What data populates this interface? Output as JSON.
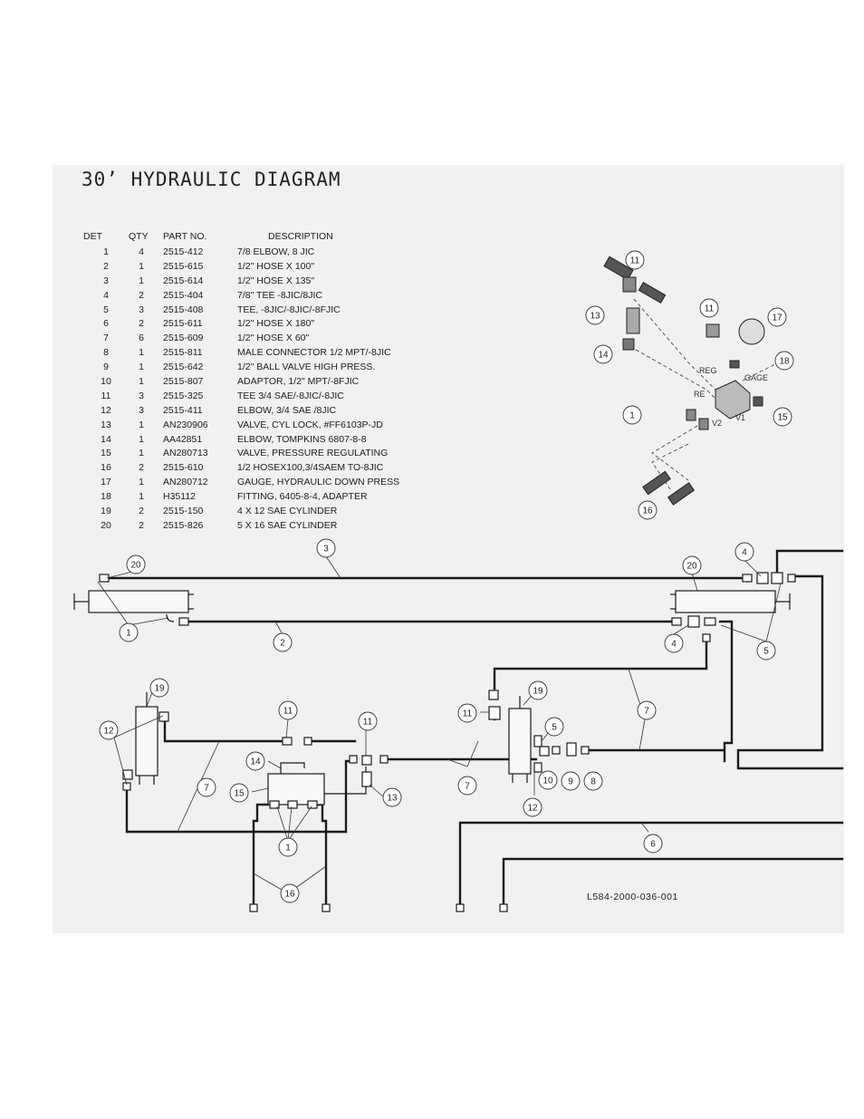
{
  "title": "30’ HYDRAULIC DIAGRAM",
  "drawing_number": "L584-2000-036-001",
  "parts_table": {
    "headers": [
      "DET",
      "QTY",
      "PART NO.",
      "DESCRIPTION"
    ],
    "rows": [
      {
        "det": "1",
        "qty": "4",
        "part": "2515-412",
        "desc": "7/8 ELBOW, 8 JIC"
      },
      {
        "det": "2",
        "qty": "1",
        "part": "2515-615",
        "desc": "1/2\" HOSE X 100\""
      },
      {
        "det": "3",
        "qty": "1",
        "part": "2515-614",
        "desc": "1/2\" HOSE X 135\""
      },
      {
        "det": "4",
        "qty": "2",
        "part": "2515-404",
        "desc": "7/8\" TEE -8JIC/8JIC"
      },
      {
        "det": "5",
        "qty": "3",
        "part": "2515-408",
        "desc": "TEE, -8JIC/-8JIC/-8FJIC"
      },
      {
        "det": "6",
        "qty": "2",
        "part": "2515-611",
        "desc": "1/2\" HOSE X 180\""
      },
      {
        "det": "7",
        "qty": "6",
        "part": "2515-609",
        "desc": "1/2\" HOSE X 60\""
      },
      {
        "det": "8",
        "qty": "1",
        "part": "2515-811",
        "desc": "MALE CONNECTOR 1/2 MPT/-8JIC"
      },
      {
        "det": "9",
        "qty": "1",
        "part": "2515-642",
        "desc": "1/2\" BALL VALVE HIGH PRESS."
      },
      {
        "det": "10",
        "qty": "1",
        "part": "2515-807",
        "desc": "ADAPTOR, 1/2\" MPT/-8FJIC"
      },
      {
        "det": "11",
        "qty": "3",
        "part": "2515-325",
        "desc": "TEE 3/4 SAE/-8JIC/-8JIC"
      },
      {
        "det": "12",
        "qty": "3",
        "part": "2515-411",
        "desc": "ELBOW, 3/4 SAE /8JIC"
      },
      {
        "det": "13",
        "qty": "1",
        "part": "AN230906",
        "desc": "VALVE, CYL LOCK, #FF6103P-JD"
      },
      {
        "det": "14",
        "qty": "1",
        "part": "AA42851",
        "desc": "ELBOW, TOMPKINS 6807-8-8"
      },
      {
        "det": "15",
        "qty": "1",
        "part": "AN280713",
        "desc": "VALVE, PRESSURE REGULATING"
      },
      {
        "det": "16",
        "qty": "2",
        "part": "2515-610",
        "desc": "1/2 HOSEX100,3/4SAEM TO-8JIC"
      },
      {
        "det": "17",
        "qty": "1",
        "part": "AN280712",
        "desc": "GAUGE, HYDRAULIC DOWN PRESS"
      },
      {
        "det": "18",
        "qty": "1",
        "part": "H35112",
        "desc": "FITTING, 6405-8-4, ADAPTER"
      },
      {
        "det": "19",
        "qty": "2",
        "part": "2515-150",
        "desc": "4 X 12 SAE CYLINDER"
      },
      {
        "det": "20",
        "qty": "2",
        "part": "2515-826",
        "desc": "5 X 16 SAE CYLINDER"
      }
    ]
  },
  "detail_labels": {
    "reg": "REG",
    "re": "RE",
    "gage": "GAGE",
    "v1": "V1",
    "v2": "V2"
  },
  "callouts": {
    "top_detail": [
      "11",
      "13",
      "14",
      "11",
      "17",
      "18",
      "15",
      "1",
      "16"
    ],
    "schematic": [
      "20",
      "3",
      "4",
      "20",
      "1",
      "2",
      "4",
      "5",
      "19",
      "12",
      "11",
      "11",
      "14",
      "15",
      "13",
      "1",
      "16",
      "7",
      "11",
      "19",
      "5",
      "10",
      "9",
      "8",
      "12",
      "7",
      "7",
      "6"
    ]
  },
  "colors": {
    "line": "#1a1a1a",
    "sheet": "#f1f1f1"
  }
}
